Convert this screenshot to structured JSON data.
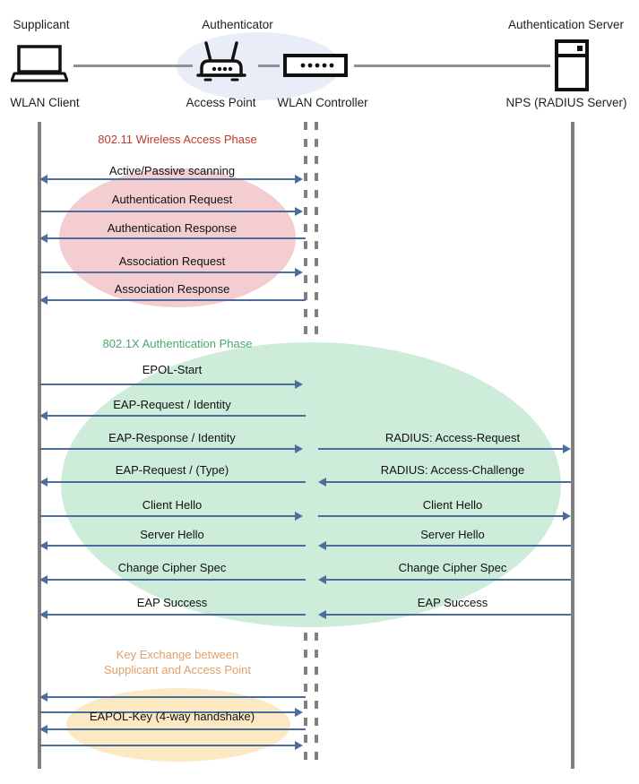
{
  "diagram": {
    "title": "802.1X / WPA-Enterprise WLAN authentication sequence",
    "colors": {
      "arrow": "#4a6d9c",
      "lifeline": "#808080",
      "wire": "#909090",
      "phase_80211_text": "#c0392b",
      "phase_80211_fill": "#f3cdd0",
      "phase_8021x_text": "#4aa86f",
      "phase_8021x_fill": "#cdecd9",
      "phase_key_text": "#e0a06a",
      "phase_key_fill": "#fbe9c4",
      "authenticator_halo": "#e8edf7"
    }
  },
  "actors": [
    {
      "id": "supplicant",
      "role": "Supplicant",
      "device": "WLAN Client",
      "icon": "laptop-icon"
    },
    {
      "id": "authenticator",
      "role": "Authenticator",
      "device": "Access Point",
      "icon": "access-point-icon"
    },
    {
      "id": "controller",
      "role": "",
      "device": "WLAN Controller",
      "icon": "wlan-controller-icon"
    },
    {
      "id": "server",
      "role": "Authentication Server",
      "device": "NPS (RADIUS Server)",
      "icon": "server-tower-icon"
    }
  ],
  "phases": [
    {
      "id": "phase-80211",
      "caption": "802.11 Wireless Access Phase",
      "messages": [
        {
          "label": "Active/Passive scanning",
          "direction": "both",
          "span": "left"
        },
        {
          "label": "Authentication Request",
          "direction": "right",
          "span": "left"
        },
        {
          "label": "Authentication Response",
          "direction": "left",
          "span": "left"
        },
        {
          "label": "Association Request",
          "direction": "right",
          "span": "left"
        },
        {
          "label": "Association Response",
          "direction": "left",
          "span": "left"
        }
      ]
    },
    {
      "id": "phase-8021x",
      "caption": "802.1X Authentication Phase",
      "messages": [
        {
          "label": "EPOL-Start",
          "direction": "right",
          "span": "left",
          "right_label": "",
          "right_direction": ""
        },
        {
          "label": "EAP-Request / Identity",
          "direction": "left",
          "span": "left",
          "right_label": "",
          "right_direction": ""
        },
        {
          "label": "EAP-Response / Identity",
          "direction": "right",
          "span": "left",
          "right_label": "RADIUS: Access-Request",
          "right_direction": "right"
        },
        {
          "label": "EAP-Request / (Type)",
          "direction": "left",
          "span": "left",
          "right_label": "RADIUS: Access-Challenge",
          "right_direction": "left"
        },
        {
          "label": "Client Hello",
          "direction": "right",
          "span": "left",
          "right_label": "Client Hello",
          "right_direction": "right"
        },
        {
          "label": "Server Hello",
          "direction": "left",
          "span": "left",
          "right_label": "Server Hello",
          "right_direction": "left"
        },
        {
          "label": "Change Cipher Spec",
          "direction": "left",
          "span": "left",
          "right_label": "Change Cipher Spec",
          "right_direction": "left"
        },
        {
          "label": "EAP Success",
          "direction": "left",
          "span": "left",
          "right_label": "EAP Success",
          "right_direction": "left"
        }
      ]
    },
    {
      "id": "phase-key-exchange",
      "caption": "Key Exchange between\nSupplicant and Access Point",
      "messages": [
        {
          "label": "",
          "direction": "left",
          "span": "left"
        },
        {
          "label": "",
          "direction": "right",
          "span": "left"
        },
        {
          "label": "EAPOL-Key (4-way handshake)",
          "direction": "left",
          "span": "left"
        },
        {
          "label": "",
          "direction": "right",
          "span": "left"
        }
      ]
    }
  ]
}
